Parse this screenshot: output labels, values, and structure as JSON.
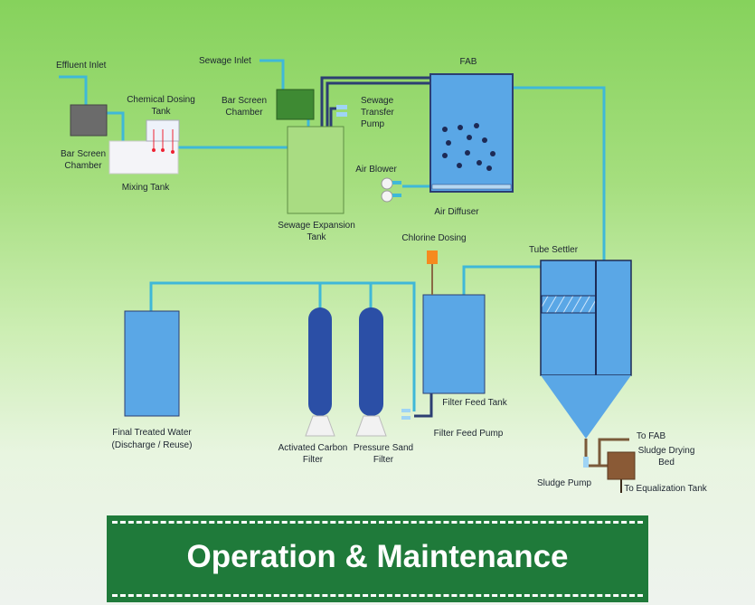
{
  "labels": {
    "effluent_inlet": "Effluent Inlet",
    "bar_screen_1": [
      "Bar Screen",
      "Chamber"
    ],
    "chemical_dosing": [
      "Chemical Dosing",
      "Tank"
    ],
    "mixing_tank": "Mixing Tank",
    "sewage_inlet": "Sewage Inlet",
    "bar_screen_2": [
      "Bar Screen",
      "Chamber"
    ],
    "transfer_pump": [
      "Sewage",
      "Transfer",
      "Pump"
    ],
    "expansion_tank": [
      "Sewage Expansion",
      "Tank"
    ],
    "fab": "FAB",
    "air_blower": "Air Blower",
    "air_diffuser": "Air Diffuser",
    "chlorine_dosing": "Chlorine Dosing",
    "tube_settler": "Tube Settler",
    "filter_feed_tank": "Filter Feed Tank",
    "filter_feed_pump": "Filter Feed Pump",
    "final_water": [
      "Final Treated Water",
      "(Discharge / Reuse)"
    ],
    "carbon_filter": [
      "Activated Carbon",
      "Filter"
    ],
    "sand_filter": [
      "Pressure Sand",
      "Filter"
    ],
    "sludge_pump": "Sludge Pump",
    "to_fab": "To FAB",
    "sludge_bed": [
      "Sludge Drying",
      "Bed"
    ],
    "to_equalization": "To Equalization Tank"
  },
  "banner": {
    "title": "Operation & Maintenance"
  },
  "colors": {
    "pipe": "#3fb8d8",
    "tank_blue": "#5aa7e6",
    "navy": "#2c3e72",
    "filter": "#2b4fa6",
    "banner": "#1f7a3a"
  }
}
